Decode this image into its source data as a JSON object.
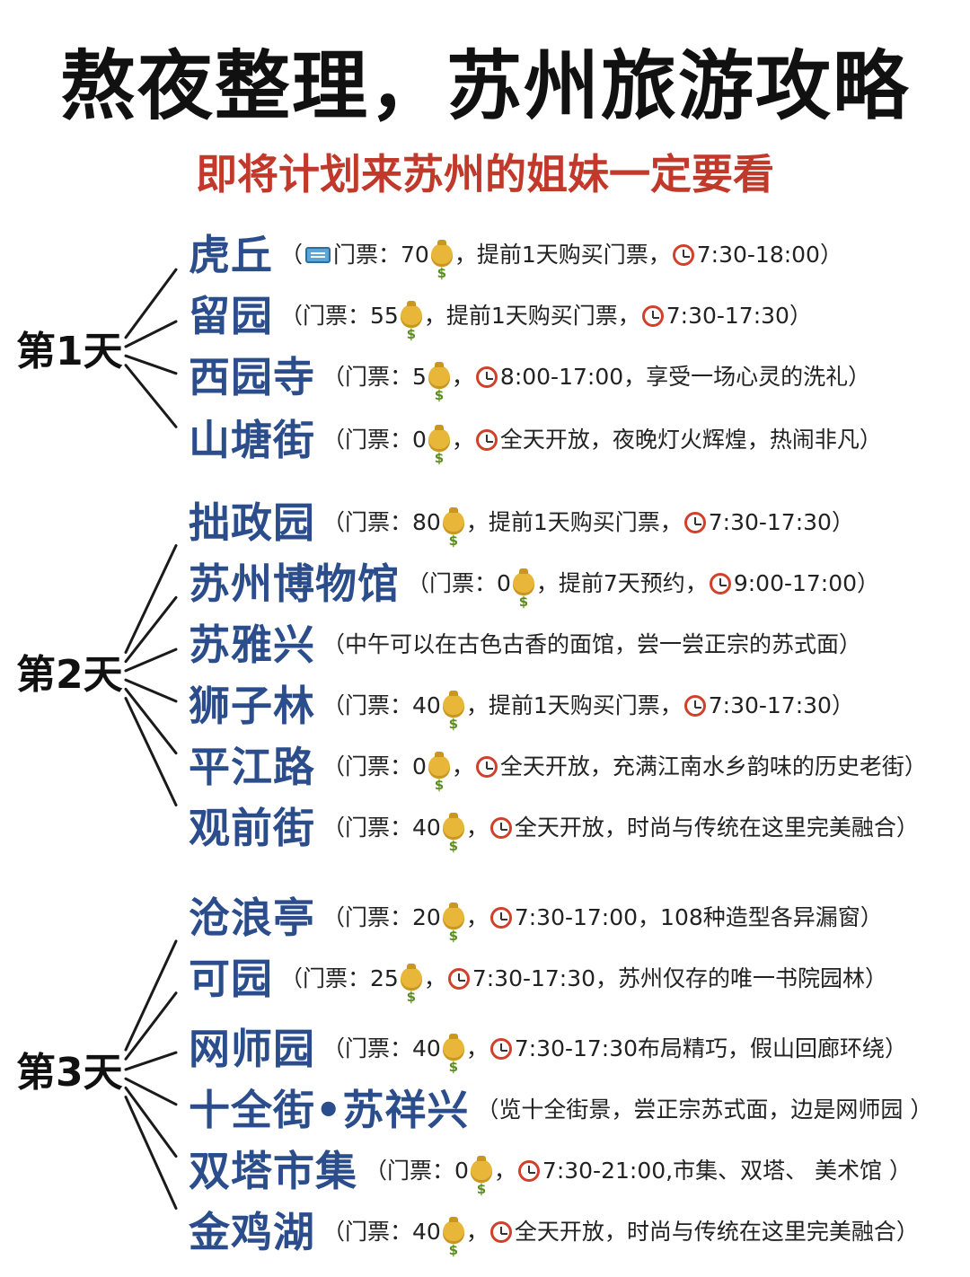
{
  "header": {
    "title": "熬夜整理，苏州旅游攻略",
    "subtitle": "即将计划来苏州的姐妹一定要看"
  },
  "days": [
    {
      "label": "第1天",
      "items": [
        {
          "name": "虎丘",
          "parts": [
            {
              "t": "text",
              "v": "（"
            },
            {
              "t": "icon",
              "icon": "ticket-icon"
            },
            {
              "t": "text",
              "v": "门票：70"
            },
            {
              "t": "icon",
              "icon": "money-bag-icon"
            },
            {
              "t": "text",
              "v": "，提前1天购买门票，"
            },
            {
              "t": "icon",
              "icon": "alarm-clock-icon"
            },
            {
              "t": "text",
              "v": "7:30-18:00）"
            }
          ]
        },
        {
          "name": "留园",
          "parts": [
            {
              "t": "text",
              "v": "（门票：55"
            },
            {
              "t": "icon",
              "icon": "money-bag-icon"
            },
            {
              "t": "text",
              "v": "，提前1天购买门票，"
            },
            {
              "t": "icon",
              "icon": "alarm-clock-icon"
            },
            {
              "t": "text",
              "v": "7:30-17:30）"
            }
          ]
        },
        {
          "name": "西园寺",
          "parts": [
            {
              "t": "text",
              "v": "（门票：5"
            },
            {
              "t": "icon",
              "icon": "money-bag-icon"
            },
            {
              "t": "text",
              "v": "，"
            },
            {
              "t": "icon",
              "icon": "alarm-clock-icon"
            },
            {
              "t": "text",
              "v": "8:00-17:00，享受一场心灵的洗礼）"
            }
          ]
        },
        {
          "name": "山塘街",
          "parts": [
            {
              "t": "text",
              "v": "（门票：0"
            },
            {
              "t": "icon",
              "icon": "money-bag-icon"
            },
            {
              "t": "text",
              "v": "，"
            },
            {
              "t": "icon",
              "icon": "alarm-clock-icon"
            },
            {
              "t": "text",
              "v": "全天开放，夜晚灯火辉煌，热闹非凡）"
            }
          ]
        }
      ]
    },
    {
      "label": "第2天",
      "items": [
        {
          "name": "拙政园",
          "parts": [
            {
              "t": "text",
              "v": "（门票：80"
            },
            {
              "t": "icon",
              "icon": "money-bag-icon"
            },
            {
              "t": "text",
              "v": "，提前1天购买门票，"
            },
            {
              "t": "icon",
              "icon": "alarm-clock-icon"
            },
            {
              "t": "text",
              "v": "7:30-17:30）"
            }
          ]
        },
        {
          "name": "苏州博物馆",
          "parts": [
            {
              "t": "text",
              "v": "（门票：0"
            },
            {
              "t": "icon",
              "icon": "money-bag-icon"
            },
            {
              "t": "text",
              "v": "，提前7天预约，"
            },
            {
              "t": "icon",
              "icon": "alarm-clock-icon"
            },
            {
              "t": "text",
              "v": "9:00-17:00）"
            }
          ]
        },
        {
          "name": "苏雅兴",
          "parts": [
            {
              "t": "text",
              "v": "（中午可以在古色古香的面馆，尝一尝正宗的苏式面）"
            }
          ]
        },
        {
          "name": "狮子林",
          "parts": [
            {
              "t": "text",
              "v": "（门票：40"
            },
            {
              "t": "icon",
              "icon": "money-bag-icon"
            },
            {
              "t": "text",
              "v": "，提前1天购买门票，"
            },
            {
              "t": "icon",
              "icon": "alarm-clock-icon"
            },
            {
              "t": "text",
              "v": "7:30-17:30）"
            }
          ]
        },
        {
          "name": "平江路",
          "parts": [
            {
              "t": "text",
              "v": "（门票：0"
            },
            {
              "t": "icon",
              "icon": "money-bag-icon"
            },
            {
              "t": "text",
              "v": "，"
            },
            {
              "t": "icon",
              "icon": "alarm-clock-icon"
            },
            {
              "t": "text",
              "v": "全天开放，充满江南水乡韵味的历史老街）"
            }
          ]
        },
        {
          "name": "观前街",
          "parts": [
            {
              "t": "text",
              "v": "（门票：40"
            },
            {
              "t": "icon",
              "icon": "money-bag-icon"
            },
            {
              "t": "text",
              "v": "，"
            },
            {
              "t": "icon",
              "icon": "alarm-clock-icon"
            },
            {
              "t": "text",
              "v": "全天开放，时尚与传统在这里完美融合）"
            }
          ]
        }
      ]
    },
    {
      "label": "第3天",
      "items": [
        {
          "name": "沧浪亭",
          "parts": [
            {
              "t": "text",
              "v": "（门票：20"
            },
            {
              "t": "icon",
              "icon": "money-bag-icon"
            },
            {
              "t": "text",
              "v": "，"
            },
            {
              "t": "icon",
              "icon": "alarm-clock-icon"
            },
            {
              "t": "text",
              "v": "7:30-17:00，108种造型各异漏窗）"
            }
          ]
        },
        {
          "name": "可园",
          "parts": [
            {
              "t": "text",
              "v": "（门票：25"
            },
            {
              "t": "icon",
              "icon": "money-bag-icon"
            },
            {
              "t": "text",
              "v": "，"
            },
            {
              "t": "icon",
              "icon": "alarm-clock-icon"
            },
            {
              "t": "text",
              "v": "7:30-17:30，苏州仅存的唯一书院园林）"
            }
          ]
        },
        {
          "name": "网师园",
          "parts": [
            {
              "t": "text",
              "v": "（门票：40"
            },
            {
              "t": "icon",
              "icon": "money-bag-icon"
            },
            {
              "t": "text",
              "v": "，"
            },
            {
              "t": "icon",
              "icon": "alarm-clock-icon"
            },
            {
              "t": "text",
              "v": "7:30-17:30布局精巧，假山回廊环绕）"
            }
          ]
        },
        {
          "name": "十全街•苏祥兴",
          "parts": [
            {
              "t": "text",
              "v": "（览十全街景，尝正宗苏式面，边是网师园 ）"
            }
          ]
        },
        {
          "name": "双塔市集",
          "parts": [
            {
              "t": "text",
              "v": "（门票：0"
            },
            {
              "t": "icon",
              "icon": "money-bag-icon"
            },
            {
              "t": "text",
              "v": "，"
            },
            {
              "t": "icon",
              "icon": "alarm-clock-icon"
            },
            {
              "t": "text",
              "v": "7:30-21:00,市集、双塔、 美术馆 ）"
            }
          ]
        },
        {
          "name": "金鸡湖",
          "parts": [
            {
              "t": "text",
              "v": "（门票：40"
            },
            {
              "t": "icon",
              "icon": "money-bag-icon"
            },
            {
              "t": "text",
              "v": "，"
            },
            {
              "t": "icon",
              "icon": "alarm-clock-icon"
            },
            {
              "t": "text",
              "v": "全天开放，时尚与传统在这里完美融合）"
            }
          ]
        }
      ]
    }
  ]
}
